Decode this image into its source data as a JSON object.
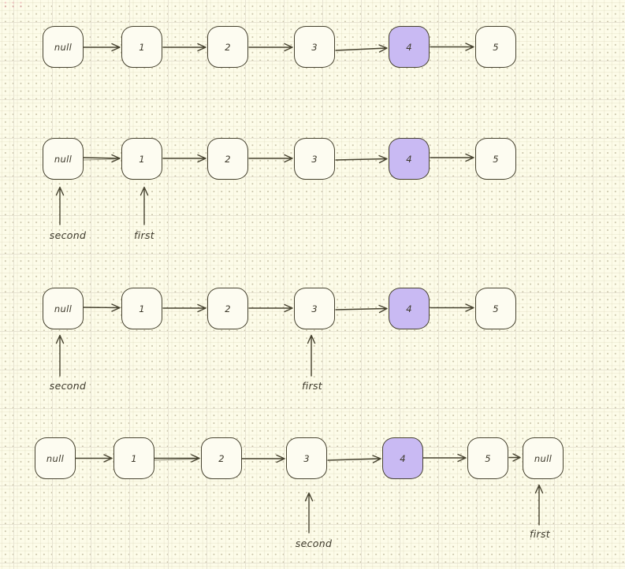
{
  "colors": {
    "background": "#fdfce9",
    "grid_major": "#e7e3d2",
    "grid_minor": "#c9c2a4",
    "node_fill": "#fdfcf1",
    "node_stroke": "#46422f",
    "highlight_fill": "#c9baf3",
    "text": "#3d392b"
  },
  "diagram_type": "linked-list steps, node 4 highlighted in each row",
  "rows": [
    {
      "nodes": [
        "null",
        "1",
        "2",
        "3",
        "4",
        "5"
      ],
      "highlighted_node": "4",
      "pointers": []
    },
    {
      "nodes": [
        "null",
        "1",
        "2",
        "3",
        "4",
        "5"
      ],
      "highlighted_node": "4",
      "pointers": [
        {
          "label": "second",
          "points_to": "null"
        },
        {
          "label": "first",
          "points_to": "1"
        }
      ]
    },
    {
      "nodes": [
        "null",
        "1",
        "2",
        "3",
        "4",
        "5"
      ],
      "highlighted_node": "4",
      "pointers": [
        {
          "label": "second",
          "points_to": "null"
        },
        {
          "label": "first",
          "points_to": "3"
        }
      ]
    },
    {
      "nodes": [
        "null",
        "1",
        "2",
        "3",
        "4",
        "5",
        "null"
      ],
      "highlighted_node": "4",
      "pointers": [
        {
          "label": "second",
          "points_to": "3"
        },
        {
          "label": "first",
          "points_to": "null"
        }
      ]
    }
  ]
}
